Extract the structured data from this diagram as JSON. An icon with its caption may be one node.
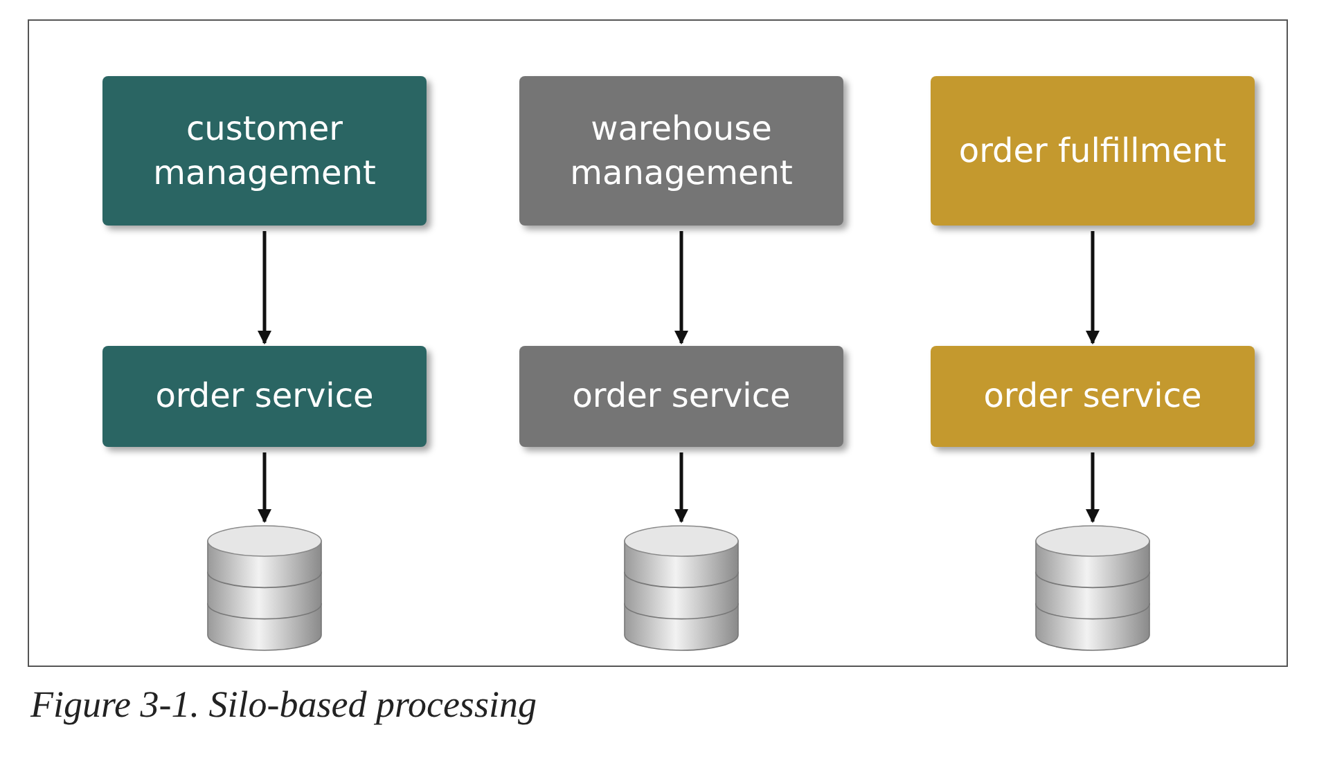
{
  "diagram": {
    "caption": "Figure 3-1. Silo-based processing",
    "nodes": [
      {
        "text": [
          "customer management"
        ]
      },
      {
        "text": [
          "order service"
        ]
      },
      {
        "text": [],
        "shape": "cylinder"
      },
      {
        "text": [
          "warehouse management"
        ]
      },
      {
        "text": [
          "order service"
        ]
      },
      {
        "text": [],
        "shape": "cylinder"
      },
      {
        "text": [
          "order fulfillment"
        ]
      },
      {
        "text": [
          "order service"
        ]
      },
      {
        "text": [],
        "shape": "cylinder"
      }
    ],
    "edges": [
      {
        "from": 0,
        "to": 1,
        "arrow": "to"
      },
      {
        "from": 1,
        "to": 2,
        "arrow": "to"
      },
      {
        "from": 3,
        "to": 4,
        "arrow": "to"
      },
      {
        "from": 4,
        "to": 5,
        "arrow": "to"
      },
      {
        "from": 6,
        "to": 7,
        "arrow": "to"
      },
      {
        "from": 7,
        "to": 8,
        "arrow": "to"
      }
    ]
  }
}
